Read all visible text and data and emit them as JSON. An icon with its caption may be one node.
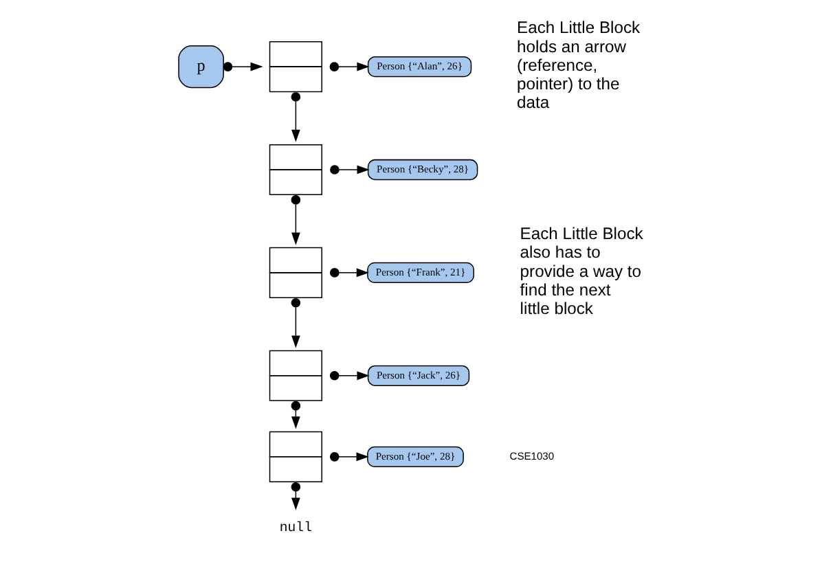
{
  "diagram": {
    "nodes": [
      {
        "text": [
          "p"
        ]
      },
      {
        "text": [],
        "shape": "box"
      },
      {
        "text": [
          "Person {“Alan”, 26}"
        ]
      },
      {
        "text": [],
        "shape": "box"
      },
      {
        "text": [
          "Person {“Becky”, 28}"
        ]
      },
      {
        "text": [],
        "shape": "box"
      },
      {
        "text": [
          "Person {“Frank”, 21}"
        ]
      },
      {
        "text": [],
        "shape": "box"
      },
      {
        "text": [
          "Person {“Jack”, 26}"
        ]
      },
      {
        "text": [],
        "shape": "box"
      },
      {
        "text": [
          "Person {“Joe”, 28}"
        ]
      },
      {
        "text": [
          "null"
        ]
      }
    ],
    "edges": [
      {
        "from": 0,
        "to": 1,
        "arrow": "to"
      },
      {
        "from": 1,
        "to": 2,
        "arrow": "to"
      },
      {
        "from": 1,
        "to": 3,
        "arrow": "to"
      },
      {
        "from": 3,
        "to": 4,
        "arrow": "to"
      },
      {
        "from": 3,
        "to": 5,
        "arrow": "to"
      },
      {
        "from": 5,
        "to": 6,
        "arrow": "to"
      },
      {
        "from": 5,
        "to": 7,
        "arrow": "to"
      },
      {
        "from": 7,
        "to": 8,
        "arrow": "to"
      },
      {
        "from": 7,
        "to": 9,
        "arrow": "to"
      },
      {
        "from": 9,
        "to": 10,
        "arrow": "to"
      },
      {
        "from": 9,
        "to": 11,
        "arrow": "to"
      }
    ],
    "labels": [
      "Each Little Block holds an arrow (reference, pointer) to the data",
      "Each Little Block also has to provide a way to find the next little block",
      "CSE1030"
    ]
  }
}
